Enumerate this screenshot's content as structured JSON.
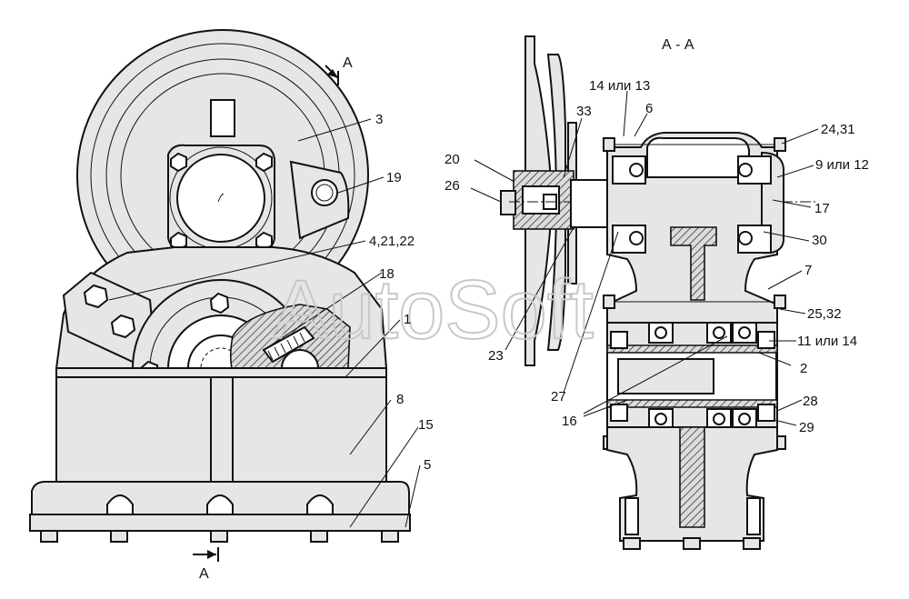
{
  "section_title": "А - А",
  "section_marks": {
    "top": "А",
    "bottom": "А"
  },
  "watermark": "AutoSoft",
  "callouts_left": [
    {
      "id": "3",
      "text": "3"
    },
    {
      "id": "19",
      "text": "19"
    },
    {
      "id": "4-21-22",
      "text": "4,21,22"
    },
    {
      "id": "18",
      "text": "18"
    },
    {
      "id": "1",
      "text": "1"
    },
    {
      "id": "8",
      "text": "8"
    },
    {
      "id": "15",
      "text": "15"
    },
    {
      "id": "5",
      "text": "5"
    }
  ],
  "callouts_right": [
    {
      "id": "14-13",
      "text": "14 или 13"
    },
    {
      "id": "6",
      "text": "6"
    },
    {
      "id": "33",
      "text": "33"
    },
    {
      "id": "24-31",
      "text": "24,31"
    },
    {
      "id": "20",
      "text": "20"
    },
    {
      "id": "9-12",
      "text": "9 или 12"
    },
    {
      "id": "26",
      "text": "26"
    },
    {
      "id": "17",
      "text": "17"
    },
    {
      "id": "30",
      "text": "30"
    },
    {
      "id": "7",
      "text": "7"
    },
    {
      "id": "25-32",
      "text": "25,32"
    },
    {
      "id": "11-14",
      "text": "11 или 14"
    },
    {
      "id": "23",
      "text": "23"
    },
    {
      "id": "2",
      "text": "2"
    },
    {
      "id": "27",
      "text": "27"
    },
    {
      "id": "28",
      "text": "28"
    },
    {
      "id": "16",
      "text": "16"
    },
    {
      "id": "29",
      "text": "29"
    }
  ]
}
